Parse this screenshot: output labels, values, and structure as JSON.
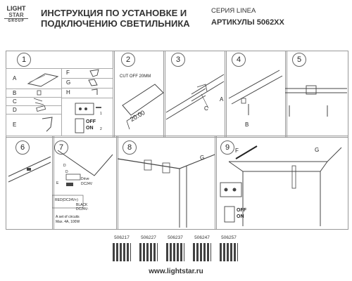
{
  "logo": {
    "line1": "LIGHT",
    "line2": "STAR",
    "line3": "GROUP"
  },
  "header": {
    "title_line1": "ИНСТРУКЦИЯ ПО УСТАНОВКЕ И",
    "title_line2": "ПОДКЛЮЧЕНИЮ СВЕТИЛЬНИКА",
    "series": "СЕРИЯ LINEA",
    "articles": "АРТИКУЛЫ 5062XX"
  },
  "steps": {
    "s1": "1",
    "s2": "2",
    "s3": "3",
    "s4": "4",
    "s5": "5",
    "s6": "6",
    "s7": "7",
    "s8": "8",
    "s9": "9"
  },
  "parts": {
    "A": "A",
    "B": "B",
    "C": "C",
    "D": "D",
    "E": "E",
    "F": "F",
    "G": "G",
    "H": "H"
  },
  "cut": {
    "text": "CUT OFF 20MM",
    "dim": "20.00"
  },
  "power": {
    "off": "OFF",
    "on": "ON",
    "c1": "1",
    "c2": "2"
  },
  "step3": {
    "c": "C",
    "a": "A"
  },
  "step4": {
    "b": "B"
  },
  "step7": {
    "d1": "D",
    "d2": "D",
    "e": "E",
    "drive": "Drive",
    "dc": "DC24V",
    "red": "RED(DC24V+)",
    "black": "BLACK",
    "dcm": "DC24V-",
    "circuits1": "A set of circuits",
    "circuits2": "Max. 4A, 100W"
  },
  "step8": {
    "g": "G"
  },
  "step9": {
    "f": "F",
    "g": "G"
  },
  "codes": [
    "506217",
    "506227",
    "506237",
    "506247",
    "506257"
  ],
  "footer": {
    "url": "www.lightstar.ru"
  }
}
